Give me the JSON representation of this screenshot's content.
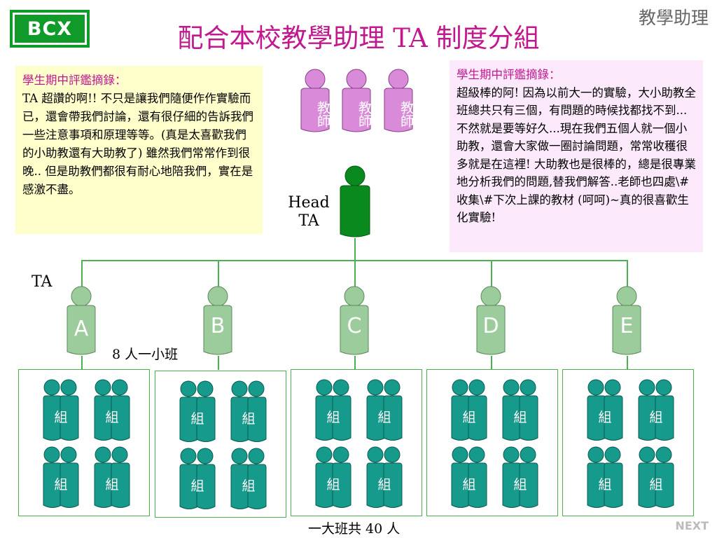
{
  "logo": "BCX",
  "title": "配合本校教學助理 TA 制度分組",
  "corner_label": "教學助理",
  "note_left": {
    "heading": "學生期中評鑑摘錄：",
    "body": "TA 超讚的啊!! 不只是讓我們隨便作作實驗而已，還會帶我們討論，還有很仔細的告訴我們一些注意事項和原理等等。(真是太喜歡我們的小助教還有大助教了) 雖然我們常常作到很晚.. 但是助教們都很有耐心地陪我們，實在是感激不盡。"
  },
  "note_right": {
    "heading": "學生期中評鑑摘錄：",
    "body": "超級棒的阿! 因為以前大一的實驗，大小助教全班總共只有三個，有問題的時候找都找不到...不然就是要等好久...現在我們五個人就一個小助教，還會大家做一圈討論問題，常常收穫很多就是在這裡! 大助教也是很棒的，總是很專業地分析我們的問題,替我們解答..老師也四處\\#收集\\#下次上課的教材 (呵呵)~真的很喜歡生化實驗!"
  },
  "teachers": [
    "教師",
    "教師",
    "教師"
  ],
  "head_ta": {
    "line1": "Head",
    "line2": "TA"
  },
  "ta_label": "TA",
  "tas": [
    "A",
    "B",
    "C",
    "D",
    "E"
  ],
  "small_class_label": "8 人一小班",
  "group_label": "組",
  "total_label": "一大班共 40 人",
  "next_label": "NEXT",
  "colors": {
    "title": "#c2188f",
    "teacher": "#d98ad9",
    "head_ta": "#0a8a1e",
    "ta": "#9ccc9c",
    "group": "#159a8c",
    "line": "#4caf50"
  }
}
